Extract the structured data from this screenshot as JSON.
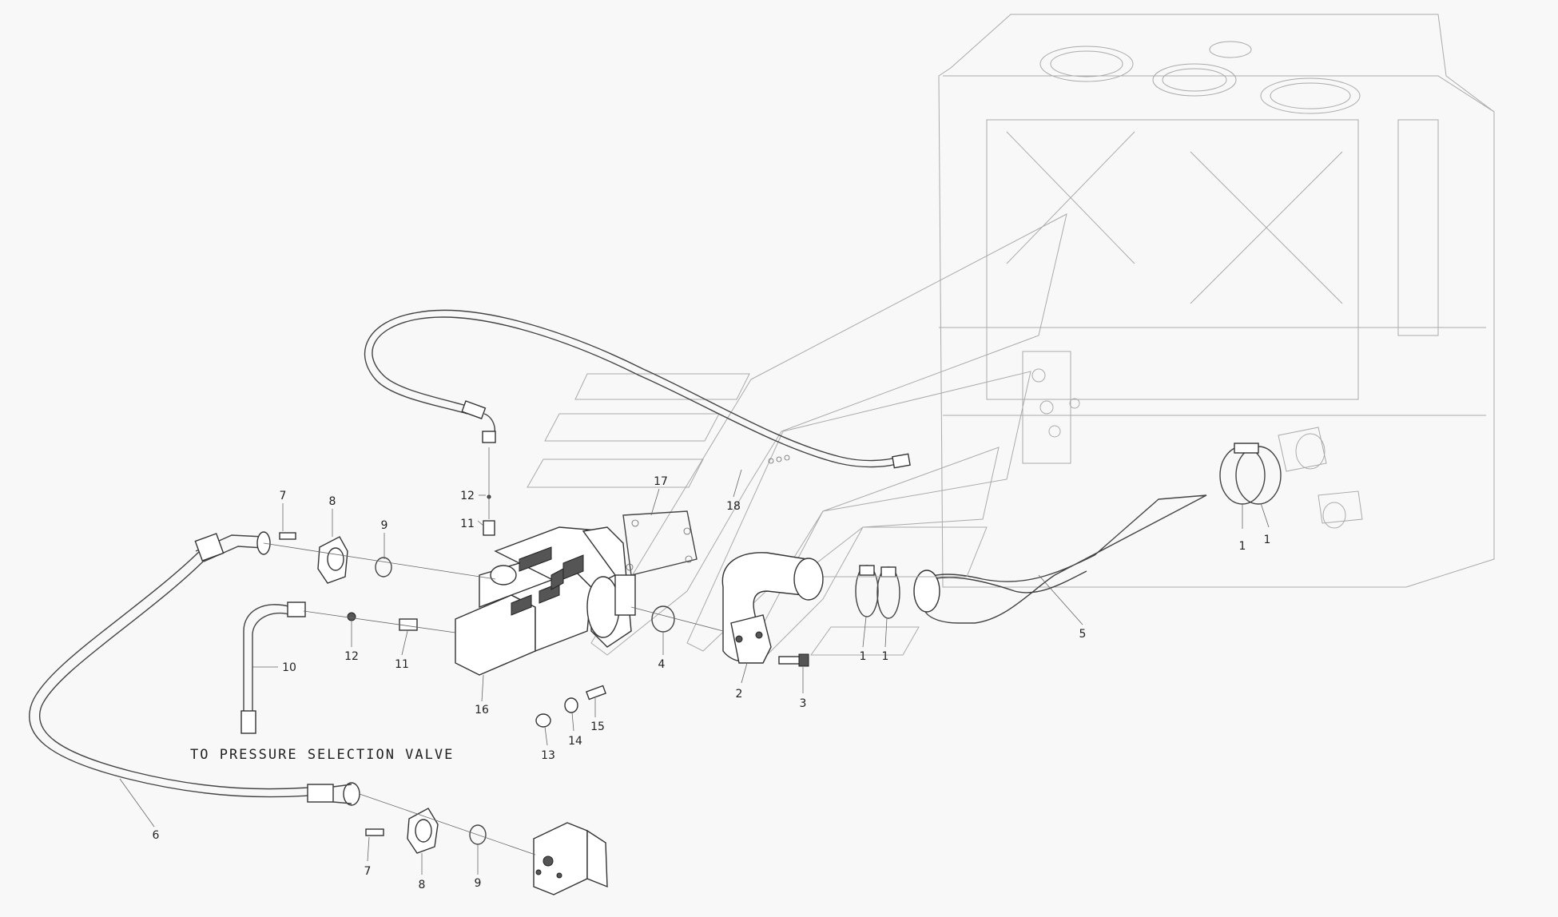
{
  "diagram": {
    "note": "TO PRESSURE SELECTION VALVE",
    "callouts": {
      "c1a": "1",
      "c1b": "1",
      "c1c": "1",
      "c1d": "1",
      "c2": "2",
      "c3": "3",
      "c4": "4",
      "c5": "5",
      "c6": "6",
      "c7a": "7",
      "c7b": "7",
      "c8a": "8",
      "c8b": "8",
      "c9a": "9",
      "c9b": "9",
      "c10": "10",
      "c11a": "11",
      "c11b": "11",
      "c12a": "12",
      "c12b": "12",
      "c13": "13",
      "c14": "14",
      "c15": "15",
      "c16": "16",
      "c17": "17",
      "c18": "18"
    }
  }
}
